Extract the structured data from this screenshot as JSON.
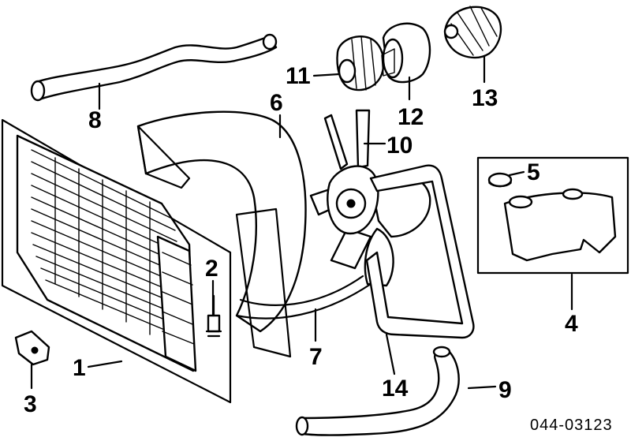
{
  "callouts": {
    "c1": "1",
    "c2": "2",
    "c3": "3",
    "c4": "4",
    "c5": "5",
    "c6": "6",
    "c7": "7",
    "c8": "8",
    "c9": "9",
    "c10": "10",
    "c11": "11",
    "c12": "12",
    "c13": "13",
    "c14": "14"
  },
  "diagram_code": "044-03123"
}
